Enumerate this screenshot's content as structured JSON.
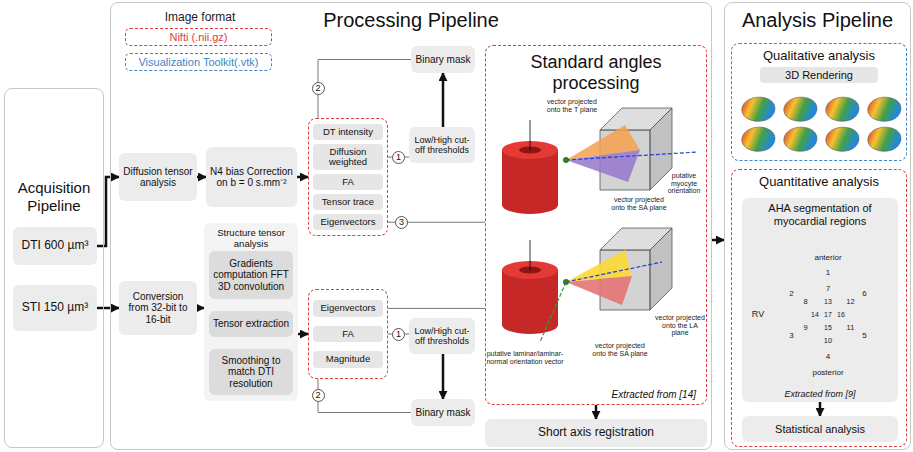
{
  "diagram": {
    "nodes": [
      {
        "text": [
          "Acquisition Pipeline"
        ]
      },
      {
        "text": [
          "DTI 600 µm³"
        ],
        "in": 0
      },
      {
        "text": [
          "STI 150 µm³"
        ],
        "in": 0
      },
      {
        "text": [
          "Processing Pipeline"
        ]
      },
      {
        "text": [
          "Diffusion tensor analysis"
        ],
        "in": 3
      },
      {
        "text": [
          "N4 bias Correction on b = 0 s.mm⁻²"
        ],
        "in": 3
      },
      {
        "text": [
          "DT intensity",
          "Diffusion weighted",
          "FA",
          "Tensor trace",
          "Eigenvectors"
        ],
        "in": 3
      },
      {
        "text": [
          "Binary mask"
        ],
        "in": 3
      },
      {
        "text": [
          "Low/High cut-off thresholds"
        ],
        "in": 3
      },
      {
        "text": [
          "Conversion from 32-bit to 16-bit"
        ],
        "in": 3
      },
      {
        "text": [
          "Structure tensor analysis"
        ],
        "in": 3
      },
      {
        "text": [
          "Gradients computation FFT 3D convolution"
        ],
        "in": 10
      },
      {
        "text": [
          "Tensor extraction"
        ],
        "in": 10
      },
      {
        "text": [
          "Smoothing to match DTI resolution"
        ],
        "in": 10
      },
      {
        "text": [
          "Eigenvectors",
          "FA",
          "Magnitude"
        ],
        "in": 3
      },
      {
        "text": [
          "Low/High cut-off thresholds"
        ],
        "in": 3
      },
      {
        "text": [
          "Binary mask"
        ],
        "in": 3
      },
      {
        "text": [
          "Standard angles processing",
          "Extracted from [14]"
        ],
        "in": 3
      },
      {
        "text": [
          "Short axis registration"
        ],
        "in": 3
      },
      {
        "text": [
          "Analysis Pipeline"
        ]
      },
      {
        "text": [
          "Qualitative analysis",
          "3D Rendering"
        ],
        "in": 19
      },
      {
        "text": [
          "Quantitative analysis"
        ],
        "in": 19
      },
      {
        "text": [
          "AHA segmentation of myocardial regions",
          "Extracted from [9]"
        ],
        "in": 21
      },
      {
        "text": [
          "Statistical analysis"
        ],
        "in": 21
      }
    ],
    "edges": [
      {
        "from": 1,
        "to": 4,
        "arrow": "to"
      },
      {
        "from": 4,
        "to": 5,
        "arrow": "to"
      },
      {
        "from": 5,
        "to": 6,
        "arrow": "to"
      },
      {
        "from": 2,
        "to": 9,
        "arrow": "to"
      },
      {
        "from": 9,
        "to": 10,
        "arrow": "to"
      },
      {
        "from": 11,
        "to": 12,
        "arrow": "to"
      },
      {
        "from": 12,
        "to": 13,
        "arrow": "to"
      },
      {
        "from": 10,
        "to": 14,
        "arrow": "to"
      },
      {
        "from": 6,
        "to": 7,
        "label": "2",
        "arrow": "none"
      },
      {
        "from": 6,
        "to": 8,
        "label": "1",
        "arrow": "none"
      },
      {
        "from": 8,
        "to": 7,
        "arrow": "to"
      },
      {
        "from": 6,
        "to": 17,
        "label": "3",
        "arrow": "none"
      },
      {
        "from": 14,
        "to": 17,
        "arrow": "none"
      },
      {
        "from": 14,
        "to": 15,
        "label": "1",
        "arrow": "none"
      },
      {
        "from": 15,
        "to": 16,
        "arrow": "to"
      },
      {
        "from": 14,
        "to": 16,
        "label": "2",
        "arrow": "none"
      },
      {
        "from": 17,
        "to": 18,
        "arrow": "to"
      },
      {
        "from": 3,
        "to": 19,
        "arrow": "to"
      },
      {
        "from": 22,
        "to": 23,
        "arrow": "to"
      }
    ],
    "labels": [
      "Image format",
      "vector projected onto the T plane",
      "putative myocyte orientation",
      "vector projected onto the SA plane",
      "putative laminar/laminar-normal orientation vector",
      "vector projected onto the LA plane",
      "vector projected onto the SA plane",
      "anterior",
      "1",
      "2",
      "3",
      "4",
      "5",
      "6",
      "7",
      "8",
      "9",
      "10",
      "11",
      "12",
      "13",
      "14",
      "15",
      "16",
      "17",
      "RV",
      "posterior"
    ],
    "legend": [
      {
        "text": "Nifti (.nii.gz)",
        "color": "#e03c3c"
      },
      {
        "text": "Visualization Toolkit(.vtk)",
        "color": "#3d85c6"
      }
    ]
  }
}
